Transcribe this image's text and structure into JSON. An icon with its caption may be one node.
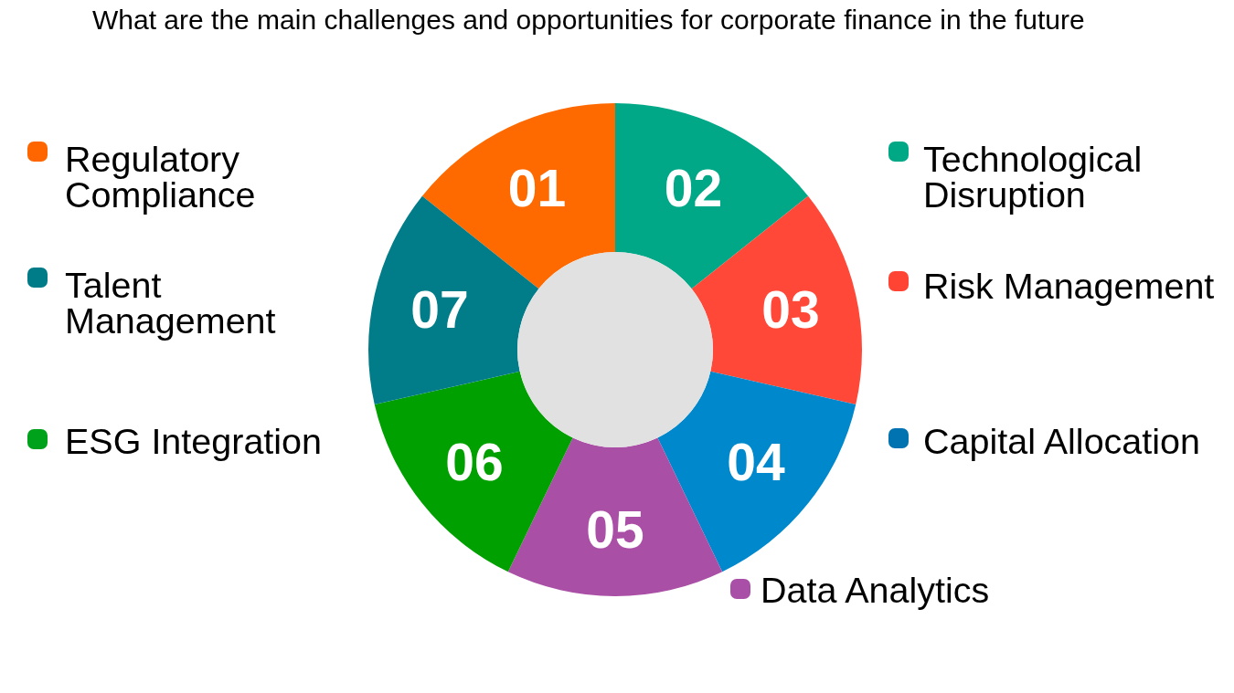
{
  "diagram": {
    "title": "What are the main challenges and opportunities for corporate finance in the future",
    "nodes": [
      {
        "text": [
          "01"
        ]
      },
      {
        "text": [
          "02"
        ]
      },
      {
        "text": [
          "03"
        ]
      },
      {
        "text": [
          "04"
        ]
      },
      {
        "text": [
          "05"
        ]
      },
      {
        "text": [
          "06"
        ]
      },
      {
        "text": [
          "07"
        ]
      },
      {
        "text": [],
        "shape": "circle"
      }
    ],
    "legend": [
      {
        "text": "Regulatory Compliance",
        "color": "#ff6600"
      },
      {
        "text": "Technological Disruption",
        "color": "#00a886"
      },
      {
        "text": "Talent Management",
        "color": "#007b88"
      },
      {
        "text": "Risk Management",
        "color": "#ff4433"
      },
      {
        "text": "ESG Integration",
        "color": "#00a21c"
      },
      {
        "text": "Capital Allocation",
        "color": "#0073b0"
      },
      {
        "text": "Data Analytics",
        "color": "#aa4fa8"
      }
    ]
  }
}
